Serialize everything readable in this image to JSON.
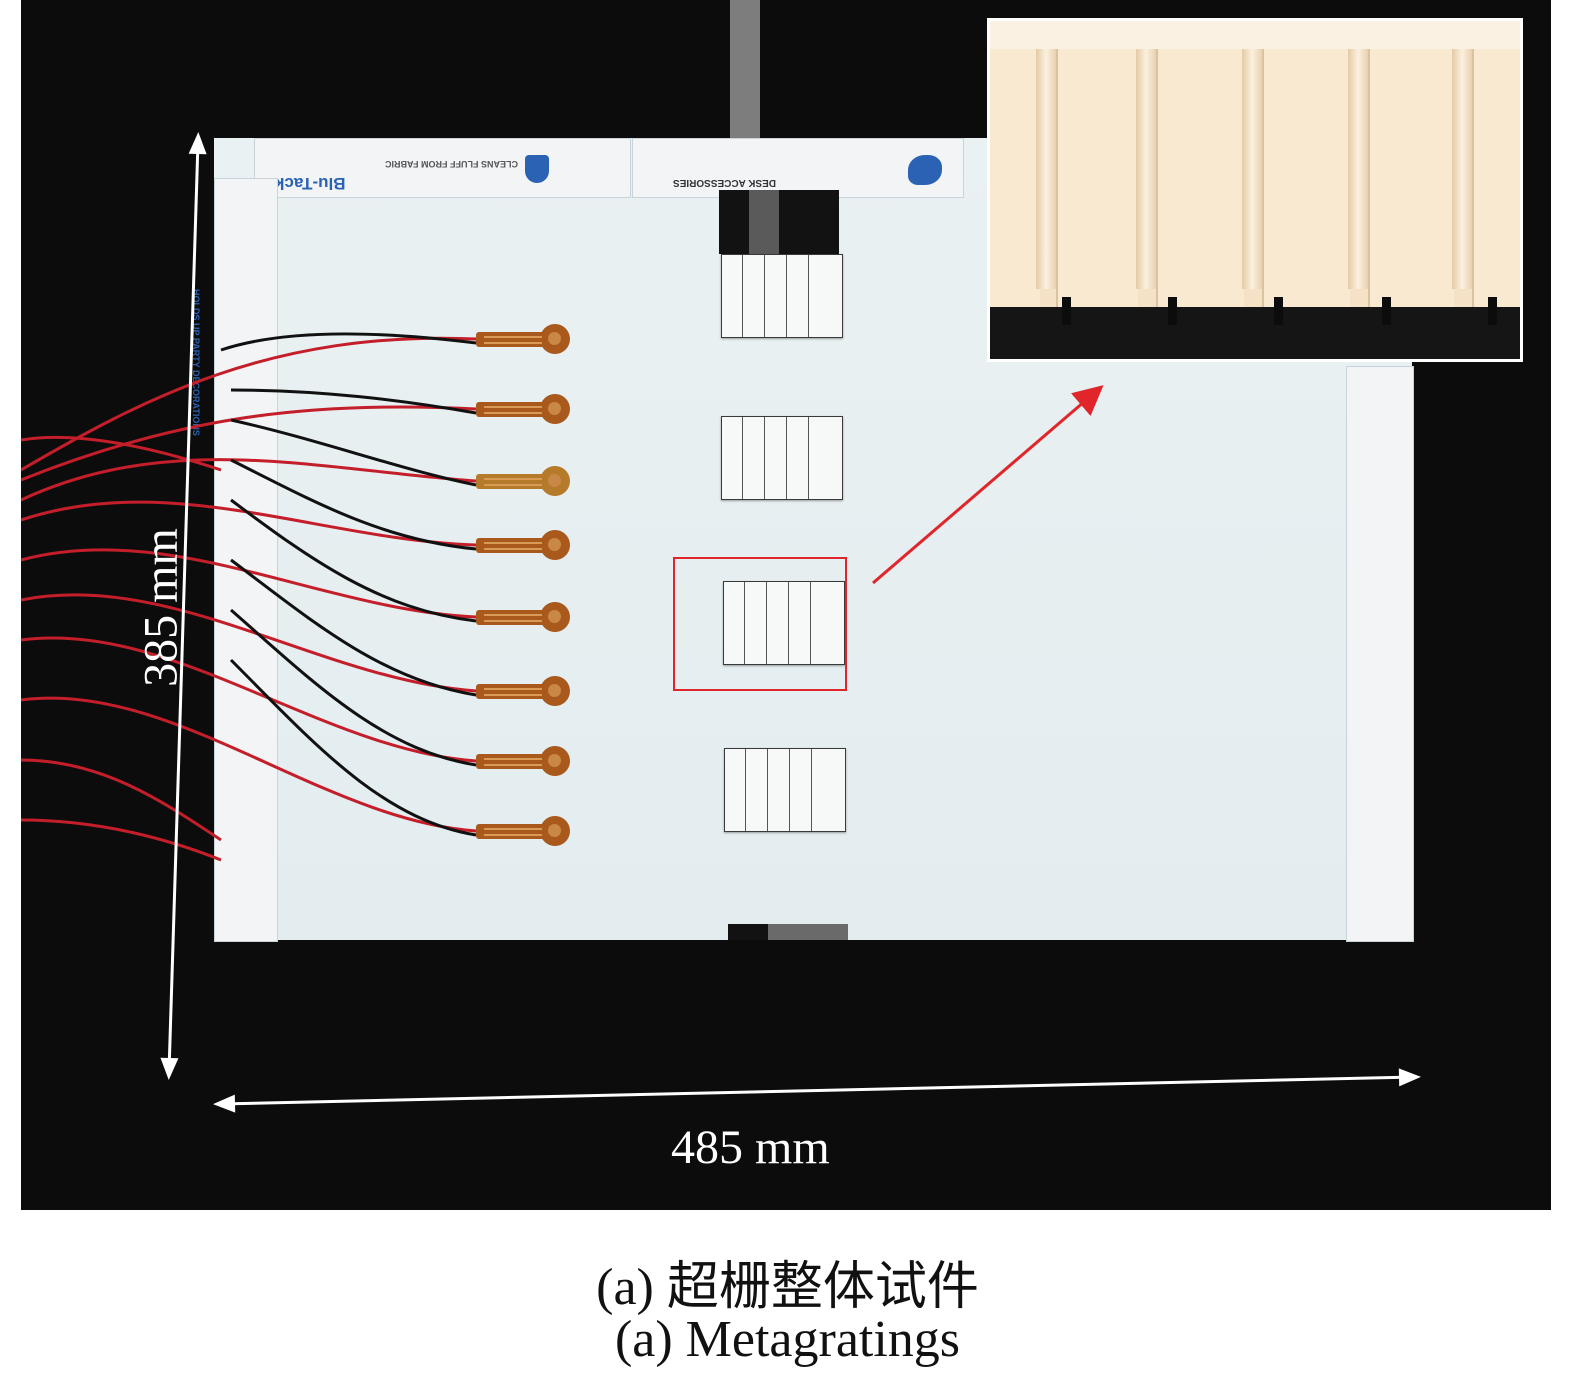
{
  "figure": {
    "dimension_height": "385 mm",
    "dimension_width": "485 mm",
    "caption_zh": "(a) 超栅整体试件",
    "caption_en": "(a) Metagratings"
  },
  "tape_print": {
    "brand": "Blu-Tack",
    "top_text_1": "CLEANS FLUFF FROM FABRIC",
    "top_text_2": "DESK ACCESSORIES",
    "side_text": "HOLDS UP PARTY DECORATIONS"
  },
  "colors": {
    "background": "#0c0c0c",
    "board": "#e7eff1",
    "highlight_box": "#e0262b",
    "arrow_red": "#e0262b",
    "dimension_arrows": "#ffffff",
    "gauge_copper": "#a9591c",
    "wire_red": "#c41e2a",
    "wire_black": "#111111"
  },
  "icons": {
    "blu-tack-logo": "blu-tack-logo-icon",
    "mascot": "mascot-icon"
  }
}
